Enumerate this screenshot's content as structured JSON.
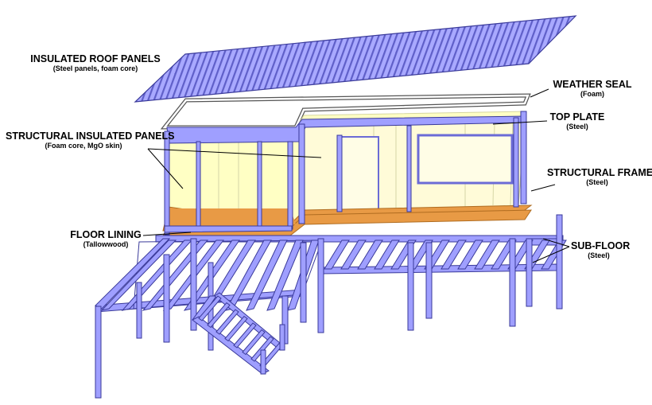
{
  "labels": {
    "roof": {
      "title": "INSULATED ROOF PANELS",
      "sub": "(Steel panels, foam core)"
    },
    "seal": {
      "title": "WEATHER SEAL",
      "sub": "(Foam)"
    },
    "topplate": {
      "title": "TOP PLATE",
      "sub": "(Steel)"
    },
    "sip": {
      "title": "STRUCTURAL INSULATED PANELS",
      "sub": "(Foam core, MgO skin)"
    },
    "frame": {
      "title": "STRUCTURAL FRAME",
      "sub": "(Steel)"
    },
    "floor": {
      "title": "FLOOR LINING",
      "sub": "(Tallowwood)"
    },
    "subfloor": {
      "title": "SUB-FLOOR",
      "sub": "(Steel)"
    }
  },
  "colors": {
    "steel": "#9f9fff",
    "steel_dark": "#6b6bd6",
    "panel": "#ffffc4",
    "floor": "#e89a45",
    "outline": "#3a3a9a"
  }
}
